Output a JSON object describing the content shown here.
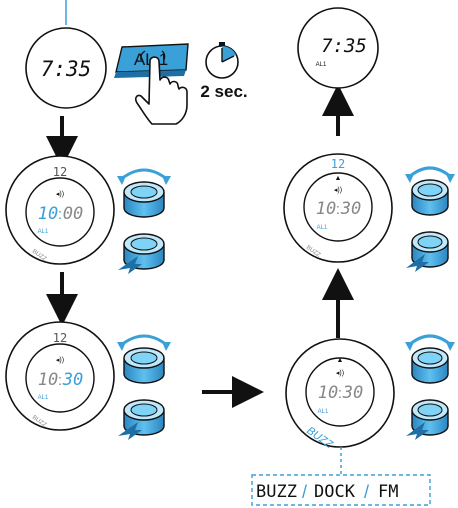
{
  "colors": {
    "accent": "#3aa0d8",
    "accent_dark": "#1d6fa5",
    "knob_light": "#5fc0f0",
    "knob_mid": "#3a9fd6",
    "ink": "#111111"
  },
  "step1": {
    "clock_time": "7:35",
    "alarm_button_label": "AL 1",
    "hold_duration": "2 sec."
  },
  "result": {
    "clock_time": "7:35",
    "alarm_tag": "AL1"
  },
  "hour_set": {
    "top_digits": "12",
    "time_hours": "10",
    "time_minutes": "00",
    "alarm_tag": "AL1",
    "buzz_label": "BUZZ"
  },
  "minute_set": {
    "top_digits": "12",
    "time_hours": "10",
    "time_minutes": "30",
    "alarm_tag": "AL1",
    "buzz_label": "BUZZ"
  },
  "source_select": {
    "time_hours": "10",
    "time_minutes": "30",
    "alarm_tag": "AL1",
    "buzz_label": "BUZZ"
  },
  "confirm": {
    "top_digits": "12",
    "time_hours": "10",
    "time_minutes": "30",
    "alarm_tag": "AL1",
    "buzz_label": "BUZZ"
  },
  "source_options": {
    "buzz": "BUZZ",
    "sep1": "/",
    "dock": "DOCK",
    "sep2": "/",
    "fm": "FM"
  },
  "icons": [
    "hand-press-icon",
    "stopwatch-icon",
    "knob-rotate-icon",
    "knob-press-icon",
    "flow-arrow-icon"
  ]
}
